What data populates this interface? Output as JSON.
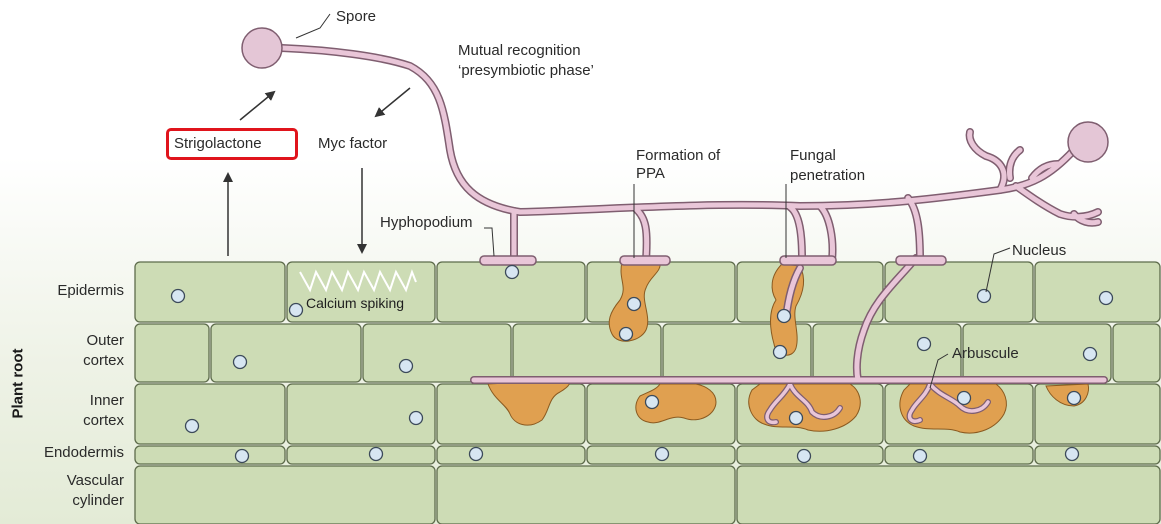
{
  "labels": {
    "spore": "Spore",
    "mutual_recognition_line1": "Mutual recognition",
    "mutual_recognition_line2": "‘presymbiotic phase’",
    "strigolactone": "Strigolactone",
    "myc_factor": "Myc factor",
    "formation_line1": "Formation of",
    "formation_line2": "PPA",
    "fungal_line1": "Fungal",
    "fungal_line2": "penetration",
    "hyphopodium": "Hyphopodium",
    "nucleus": "Nucleus",
    "calcium_spiking": "Calcium spiking",
    "arbuscule": "Arbuscule"
  },
  "layers": {
    "epidermis": "Epidermis",
    "outer_cortex_line1": "Outer",
    "outer_cortex_line2": "cortex",
    "inner_cortex_line1": "Inner",
    "inner_cortex_line2": "cortex",
    "endodermis": "Endodermis",
    "vascular_line1": "Vascular",
    "vascular_line2": "cylinder"
  },
  "axis_label": "Plant root",
  "colors": {
    "highlight_box": "#e0141c",
    "cell_fill": "#cddcb5",
    "cell_stroke": "#5d6b4b",
    "hypha": "#e9c6d8",
    "hypha_stroke": "#7f5e70",
    "fungal_structure": "#e0a050",
    "nucleus_fill": "#d7e6f2"
  }
}
